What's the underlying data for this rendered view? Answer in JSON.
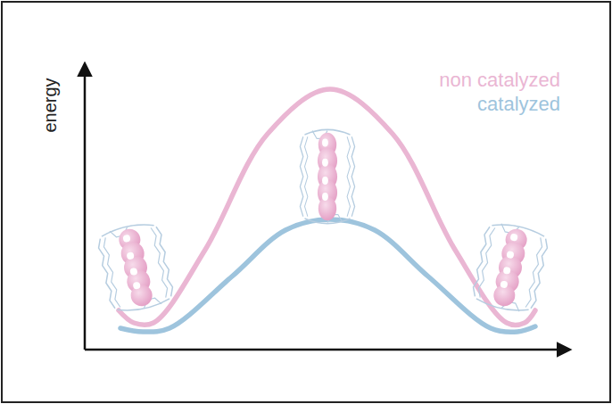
{
  "diagram": {
    "labels": [
      "energy"
    ],
    "legend": [
      {
        "text": "non catalyzed",
        "color": "#eab6d3"
      },
      {
        "text": "catalyzed",
        "color": "#9ec4dd"
      }
    ]
  }
}
